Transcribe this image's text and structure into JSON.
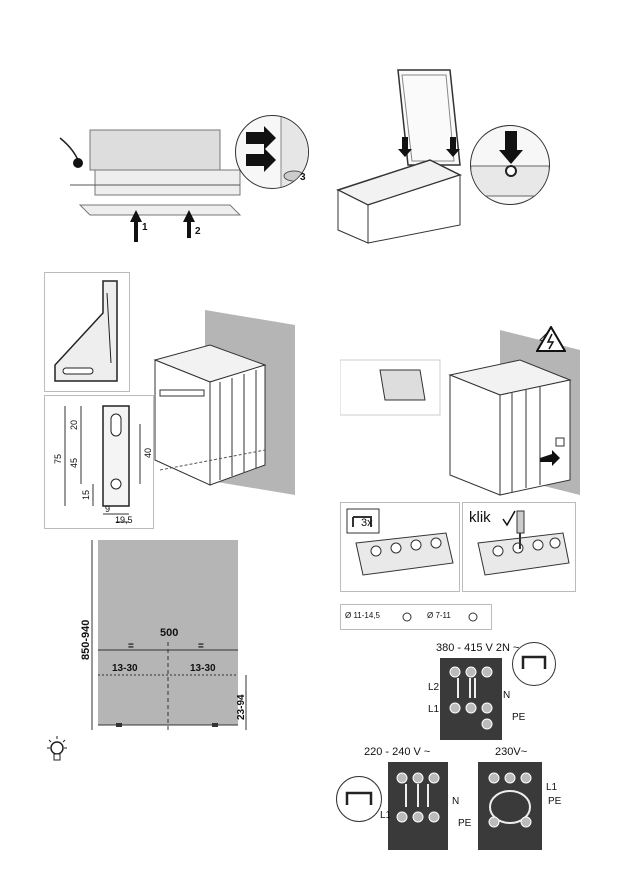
{
  "step_numbers": {
    "one": "1",
    "two": "2",
    "three": "3"
  },
  "bracket_dims": {
    "d75": "75",
    "d20": "20",
    "d45": "45",
    "d40": "40",
    "d15": "15",
    "d9": "9",
    "d19_5": "19,5"
  },
  "install_dims": {
    "height_range": "850-940",
    "width": "500",
    "equal_left": "=",
    "equal_right": "=",
    "offset_left": "13-30",
    "offset_right": "13-30",
    "bottom_gap": "23-94"
  },
  "terminal": {
    "count": "3x",
    "klik": "klik",
    "cable_a": "Ø 11-14,5",
    "cable_b": "Ø 7-11",
    "title_3phase": "380 - 415 V 2N ~",
    "title_1phase": "220 - 240 V ~",
    "title_230": "230V~",
    "labels_3phase": {
      "l2": "L2",
      "n": "N",
      "l1": "L1",
      "pe": "PE"
    },
    "labels_1phase": {
      "n": "N",
      "l1": "L1",
      "pe": "PE"
    },
    "labels_230": {
      "l1": "L1",
      "pe": "PE"
    }
  },
  "colors": {
    "wall": "#b5b5b5",
    "line": "#222222",
    "panel_border": "#bbbbbb",
    "plate": "#e9e9e9"
  }
}
